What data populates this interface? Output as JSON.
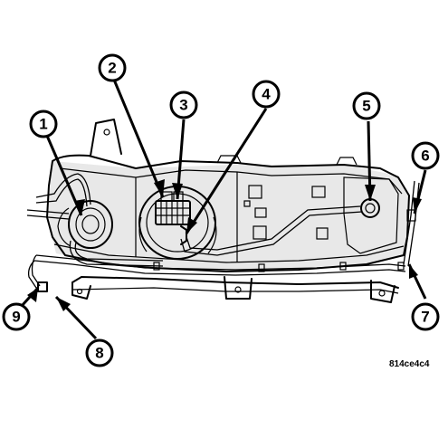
{
  "callouts": [
    "1",
    "2",
    "3",
    "4",
    "5",
    "6",
    "7",
    "8",
    "9"
  ],
  "figure_id": "814ce4c4"
}
